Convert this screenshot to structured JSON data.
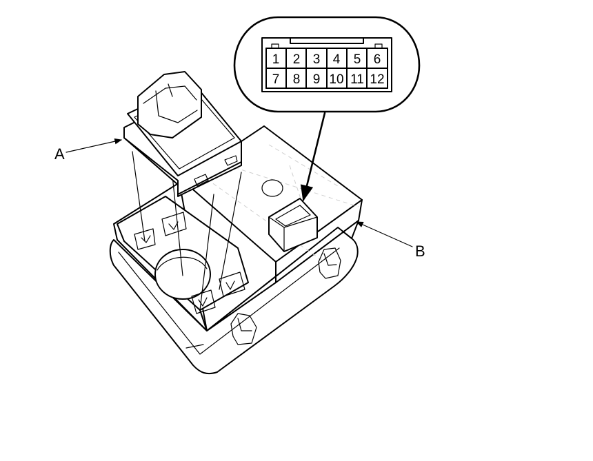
{
  "callouts": {
    "a": "A",
    "b": "B"
  },
  "connector": {
    "top_row": [
      "1",
      "2",
      "3",
      "4",
      "5",
      "6"
    ],
    "bottom_row": [
      "7",
      "8",
      "9",
      "10",
      "11",
      "12"
    ]
  }
}
